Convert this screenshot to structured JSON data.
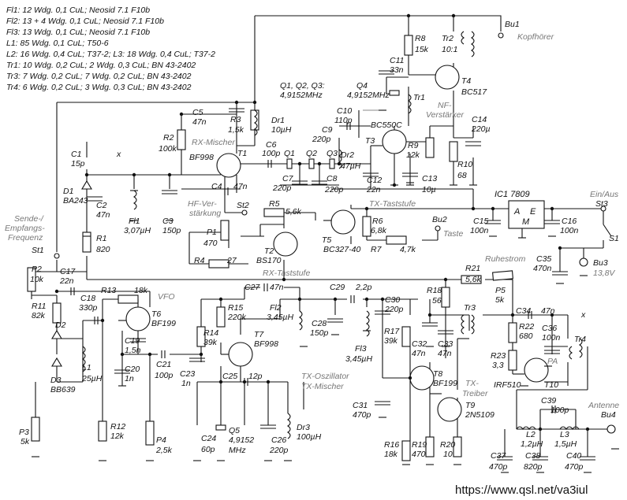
{
  "legend": [
    "Fl1:  12 Wdg. 0,1 CuL; Neosid 7.1 F10b",
    "Fl2:  13 + 4 Wdg. 0,1 CuL; Neosid 7.1 F10b",
    "Fl3:  13 Wdg. 0,1 CuL; Neosid 7.1 F10b",
    "L1:   85 Wdg. 0,1 CuL; T50-6",
    "L2:   16 Wdg. 0,4 CuL; T37-2; L3: 18 Wdg. 0,4 CuL; T37-2",
    "Tr1:  10 Wdg. 0,2 CuL; 2 Wdg. 0,3 CuL; BN 43-2402",
    "Tr3:   7 Wdg. 0,2 CuL; 7 Wdg. 0,2 CuL; BN 43-2402",
    "Tr4:   6 Wdg. 0,2 CuL; 3 Wdg. 0,3 CuL; BN 43-2402"
  ],
  "url": "https://www.qsl.net/va3iul",
  "labels": {
    "rx_mischer": "RX-Mischer",
    "hf_verstaerkung_1": "HF-Ver-",
    "hf_verstaerkung_2": "stärkung",
    "rx_taststufe": "RX-Taststufe",
    "tx_taststufe": "TX-Taststufe",
    "nf_verstaerker_1": "NF-",
    "nf_verstaerker_2": "Verstärker",
    "sende_1": "Sende-/",
    "sende_2": "Empfangs-",
    "sende_3": "Frequenz",
    "vfo": "VFO",
    "tx_osz_1": "TX-Oszillator",
    "tx_osz_2": "TX-Mischer",
    "tx_treiber_1": "TX-",
    "tx_treiber_2": "Treiber",
    "pa": "PA",
    "ruhestrom": "Ruhestrom",
    "kopfhoerer": "Kopfhörer",
    "taste": "Taste",
    "ein_aus": "Ein/Aus",
    "antenne": "Antenne",
    "q_header_1": "Q1, Q2, Q3:",
    "q_header_2": "4,9152MHz",
    "ic1": "IC1  7809",
    "x_mark": "x"
  },
  "components": {
    "Bu1": "Bu1",
    "Tr2": "Tr2",
    "Tr2v": "10:1",
    "R8": "R8",
    "R8v": "15k",
    "C11": "C11",
    "C11v": "33n",
    "Q4": "Q4",
    "Q4v": "4,9152MHz",
    "T4": "T4",
    "T4v": "BC517",
    "Tr1": "Tr1",
    "C10": "C10",
    "C10v": "110p",
    "T3v": "BC550C",
    "T3": "T3",
    "C14": "C14",
    "C14v": "220µ",
    "C9": "C9",
    "C9v": "220p",
    "R9": "R9",
    "R9v": "12k",
    "Dr2": "Dr2",
    "Dr2v": "47µH",
    "C12": "C12",
    "C12v": "22n",
    "C13": "C13",
    "C13v": "10µ",
    "R10": "R10",
    "R10v": "68",
    "C5": "C5",
    "C5v": "47n",
    "R3": "R3",
    "R3v": "1,5k",
    "Dr1": "Dr1",
    "Dr1v": "10µH",
    "R2": "R2",
    "R2v": "100k",
    "T1": "T1",
    "T1v": "BF998",
    "C6": "C6",
    "C6v": "100p",
    "Q1": "Q1",
    "Q2": "Q2",
    "Q3": "Q3",
    "C7": "C7",
    "C7v": "220p",
    "C8": "C8",
    "C8v": "220p",
    "C4": "C4",
    "C4v": "47n",
    "C1": "C1",
    "C1v": "15p",
    "D1": "D1",
    "D1v": "BA243",
    "C2": "C2",
    "C2v": "47n",
    "Fl1": "Fl1",
    "Fl1v": "3,07µH",
    "C3": "C3",
    "C3v": "150p",
    "R1": "R1",
    "R1v": "820",
    "St2": "St2",
    "R5": "R5",
    "R5v": "5,6k",
    "P1": "P1",
    "P1v": "470",
    "T2": "T2",
    "T2v": "BS170",
    "R4": "R4",
    "R4v": "27",
    "T5": "T5",
    "T5v": "BC327-40",
    "R6": "R6",
    "R6v": "6,8k",
    "R7": "R7",
    "R7v": "4,7k",
    "Bu2": "Bu2",
    "C15": "C15",
    "C15v": "100n",
    "C16": "C16",
    "C16v": "100n",
    "St3": "St3",
    "S1": "S1",
    "C35": "C35",
    "C35v": "470n",
    "Bu3": "Bu3",
    "Bu3v": "13,8V",
    "St1": "St1",
    "P2": "P2",
    "P2v": "10k",
    "C17": "C17",
    "C17v": "22n",
    "R11": "R11",
    "R11v": "82k",
    "C18": "C18",
    "C18v": "330p",
    "R13": "R13",
    "R13v": "18k",
    "T6": "T6",
    "T6v": "BF199",
    "C19": "C19",
    "C19v": "1,5n",
    "C20": "C20",
    "C20v": "1n",
    "D2": "D2",
    "D3": "D3",
    "D3v": "BB639",
    "L1": "L1",
    "L1v": "25µH",
    "C21": "C21",
    "C21v": "100p",
    "P3": "P3",
    "P3v": "5k",
    "R12": "R12",
    "R12v": "12k",
    "P4": "P4",
    "P4v": "2,5k",
    "C23": "C23",
    "C23v": "1n",
    "R14": "R14",
    "R14v": "39k",
    "R15": "R15",
    "R15v": "220k",
    "T7": "T7",
    "T7v": "BF998",
    "C27": "C27",
    "C27v": "47n",
    "Fl2": "Fl2",
    "Fl2v": "3,45µH",
    "C28": "C28",
    "C28v": "150p",
    "C29": "C29",
    "C29v": "2,2p",
    "C30": "C30",
    "C30v": "220p",
    "Fl3": "Fl3",
    "Fl3v": "3,45µH",
    "C25": "C25",
    "C25v": "12p",
    "C24": "C24",
    "C24v": "60p",
    "Q5": "Q5",
    "Q5v1": "4,9152",
    "Q5v2": "MHz",
    "C26": "C26",
    "C26v": "220p",
    "Dr3": "Dr3",
    "Dr3v": "100µH",
    "C31": "C31",
    "C31v": "470p",
    "R16": "R16",
    "R16v": "18k",
    "R17": "R17",
    "R17v": "39k",
    "C32": "C32",
    "C32v": "47n",
    "R18": "R18",
    "R18v": "56",
    "C33": "C33",
    "C33v": "47n",
    "Tr3": "Tr3",
    "T8": "T8",
    "T8v": "BF199",
    "R19": "R19",
    "R19v": "470",
    "R20": "R20",
    "R20v": "10",
    "T9": "T9",
    "T9v": "2N5109",
    "R21": "R21",
    "R21v": "5,6k",
    "P5": "P5",
    "P5v": "5k",
    "R22": "R22",
    "R22v": "680",
    "C34": "C34",
    "C34v": "47n",
    "C36": "C36",
    "C36v": "100n",
    "R23": "R23",
    "R23v": "3,3",
    "Tr4": "Tr4",
    "T10": "T10",
    "T10v": "IRF510",
    "C39": "C39",
    "C39v": "100p",
    "L2": "L2",
    "L2v": "1,2µH",
    "L3": "L3",
    "L3v": "1,5µH",
    "Bu4": "Bu4",
    "C37": "C37",
    "C37v": "470p",
    "C38": "C38",
    "C38v": "820p",
    "C40": "C40",
    "C40v": "470p",
    "icA": "A",
    "icE": "E",
    "icM": "M"
  }
}
